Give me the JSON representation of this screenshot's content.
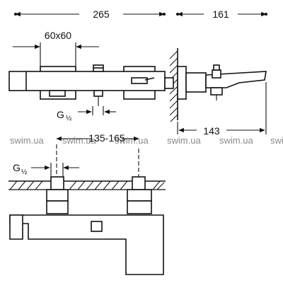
{
  "dimensions": {
    "overall_width": "265",
    "side_depth": "161",
    "flange_size": "60x60",
    "thread_main": "G",
    "thread_fraction": "½",
    "centers_range": "135-165",
    "spout_reach": "143"
  },
  "watermarks": [
    "swim.ua",
    "swim.ua",
    "swim.ua",
    "swim.ua",
    "swim.ua",
    "swi"
  ],
  "colors": {
    "line": "#111111",
    "watermark": "#8a8a8a",
    "background": "#ffffff"
  }
}
